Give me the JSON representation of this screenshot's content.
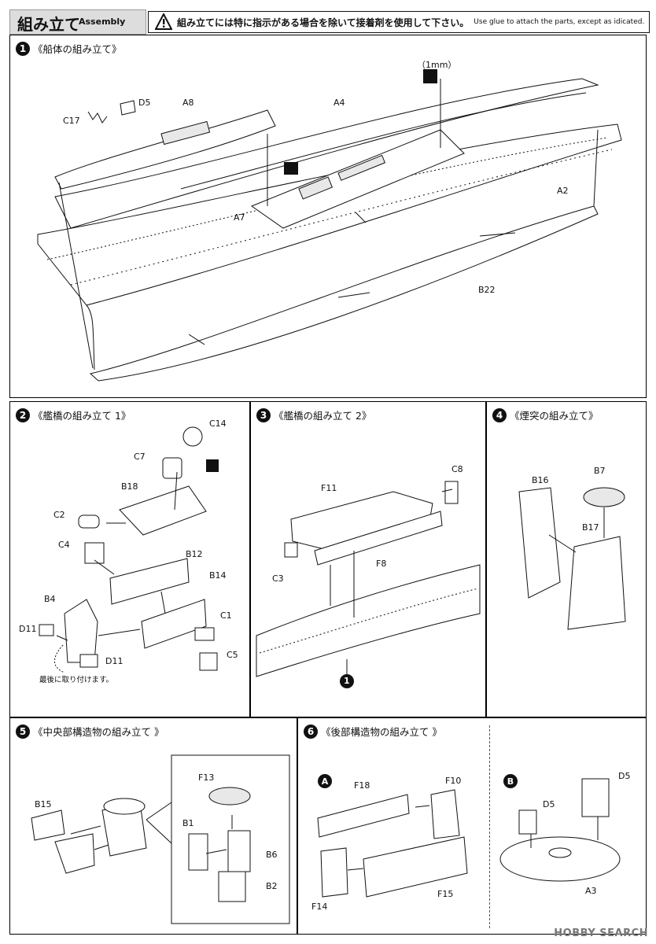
{
  "header": {
    "title": "組み立て",
    "subtitle": "Assembly",
    "warning_jp": "組み立てには特に指示がある場合を除いて接着剤を使用して下さい。",
    "warning_en": "Use glue to attach the parts, except as idicated."
  },
  "step1": {
    "num": "1",
    "title": "《船体の組み立て》",
    "labels": {
      "c17": "C17",
      "d5": "D5",
      "a8": "A8",
      "a4": "A4",
      "a7": "A7",
      "a2": "A2",
      "b22": "B22",
      "mm": "（1mm）"
    }
  },
  "step2": {
    "num": "2",
    "title": "《艦橋の組み立て 1》",
    "labels": {
      "c14": "C14",
      "c7": "C7",
      "b18": "B18",
      "c2": "C2",
      "c4": "C4",
      "b12": "B12",
      "b14": "B14",
      "b4": "B4",
      "d11a": "D11",
      "d11b": "D11",
      "c1": "C1",
      "c5": "C5"
    },
    "note": "最後に取り付けます。"
  },
  "step3": {
    "num": "3",
    "title": "《艦橋の組み立て 2》",
    "labels": {
      "c8": "C8",
      "f11": "F11",
      "c3": "C3",
      "f8": "F8"
    },
    "ref": "1"
  },
  "step4": {
    "num": "4",
    "title": "《煙突の組み立て》",
    "labels": {
      "b16": "B16",
      "b7": "B7",
      "b17": "B17"
    }
  },
  "step5": {
    "num": "5",
    "title": "《中央部構造物の組み立て 》",
    "labels": {
      "b15": "B15",
      "f13": "F13",
      "b1": "B1",
      "b6": "B6",
      "b2": "B2"
    }
  },
  "step6": {
    "num": "6",
    "title": "《後部構造物の組み立て 》",
    "sub_a": "A",
    "sub_b": "B",
    "labels": {
      "f18": "F18",
      "f10": "F10",
      "f14": "F14",
      "f15": "F15",
      "d5a": "D5",
      "d5b": "D5",
      "a3": "A3"
    }
  },
  "watermark": "HOBBY SEARCH"
}
